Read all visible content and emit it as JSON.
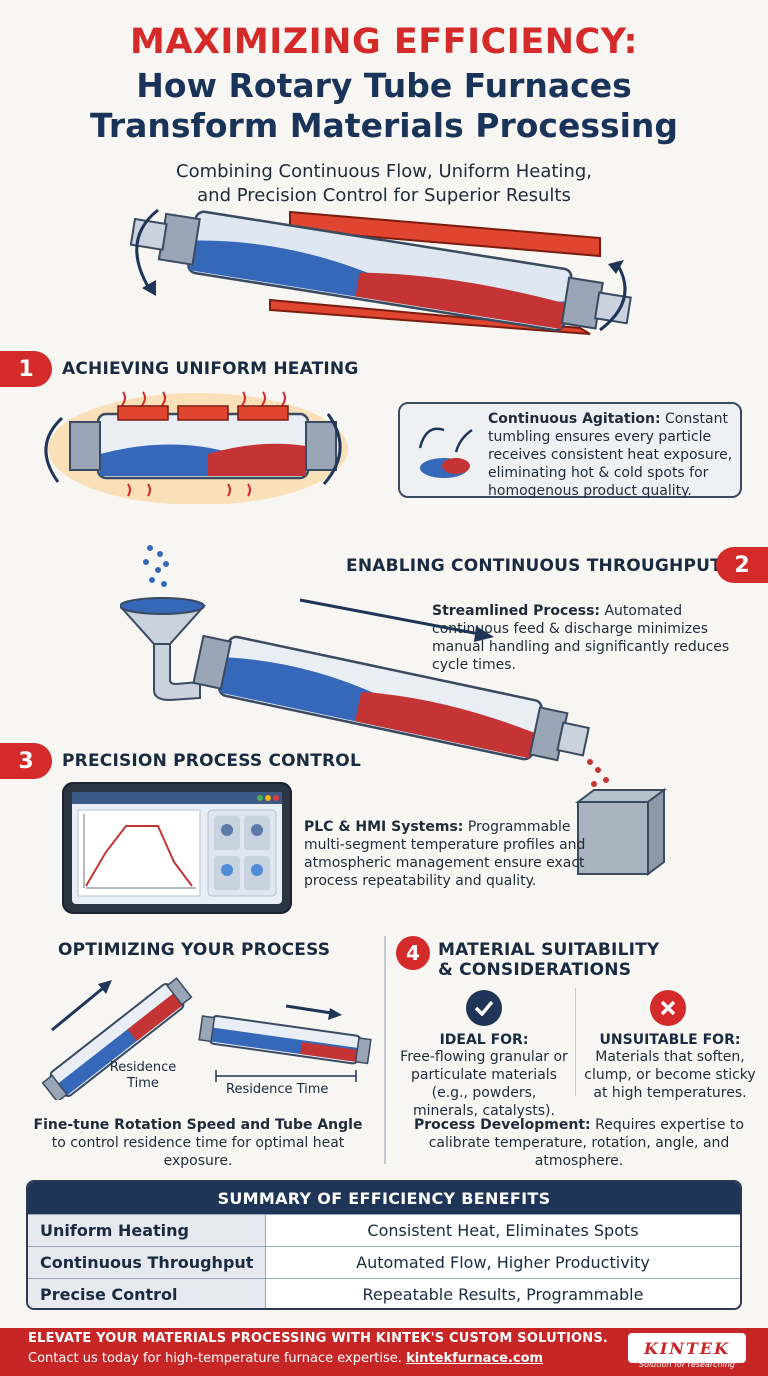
{
  "header": {
    "title_line1": "MAXIMIZING EFFICIENCY:",
    "title_line2": "How Rotary Tube Furnaces",
    "title_line3": "Transform Materials Processing",
    "subtitle_line1": "Combining Continuous Flow, Uniform Heating,",
    "subtitle_line2": "and Precision Control for Superior Results"
  },
  "section1": {
    "number": "1",
    "title": "ACHIEVING UNIFORM HEATING",
    "callout_bold": "Continuous Agitation:",
    "callout_text": " Constant tumbling ensures every particle receives consistent heat exposure, eliminating hot & cold spots for homogenous product quality."
  },
  "section2": {
    "number": "2",
    "title": "ENABLING CONTINUOUS THROUGHPUT",
    "text_bold": "Streamlined Process:",
    "text": " Automated continuous feed & discharge minimizes manual handling and significantly reduces cycle times."
  },
  "section3": {
    "number": "3",
    "title": "PRECISION PROCESS CONTROL",
    "text_bold": "PLC & HMI Systems:",
    "text": " Programmable multi-segment temperature profiles and atmospheric management ensure exact process repeatability and quality."
  },
  "optimize": {
    "title": "OPTIMIZING YOUR PROCESS",
    "residence_label1_line1": "Residence",
    "residence_label1_line2": "Time",
    "residence_label2": "Residence Time",
    "text_bold": "Fine-tune Rotation Speed and Tube Angle",
    "text": " to control residence time for optimal heat exposure."
  },
  "section4": {
    "number": "4",
    "title_line1": "MATERIAL SUITABILITY",
    "title_line2": "& CONSIDERATIONS",
    "ideal_title": "IDEAL FOR:",
    "ideal_text": "Free-flowing granular or particulate materials (e.g., powders, minerals, catalysts).",
    "unsuitable_title": "UNSUITABLE FOR:",
    "unsuitable_text": "Materials that soften, clump, or become sticky at high temperatures.",
    "dev_bold": "Process Development:",
    "dev_text": " Requires expertise to calibrate temperature, rotation, angle, and atmosphere."
  },
  "summary": {
    "title": "SUMMARY OF EFFICIENCY BENEFITS",
    "rows": [
      {
        "label": "Uniform Heating",
        "value": "Consistent Heat, Eliminates Spots"
      },
      {
        "label": "Continuous Throughput",
        "value": "Automated Flow, Higher Productivity"
      },
      {
        "label": "Precise Control",
        "value": "Repeatable Results, Programmable"
      }
    ]
  },
  "footer": {
    "line1": "ELEVATE YOUR MATERIALS PROCESSING WITH KINTEK'S CUSTOM SOLUTIONS.",
    "line2_text": "Contact us today for high-temperature furnace expertise. ",
    "link": "kintekfurnace.com",
    "logo": "KINTEK",
    "logo_sub": "Solution for researching"
  },
  "colors": {
    "red": "#d42a2a",
    "navy": "#1a3358",
    "blue_particle": "#2f6fc4",
    "red_particle": "#d23a3a"
  }
}
